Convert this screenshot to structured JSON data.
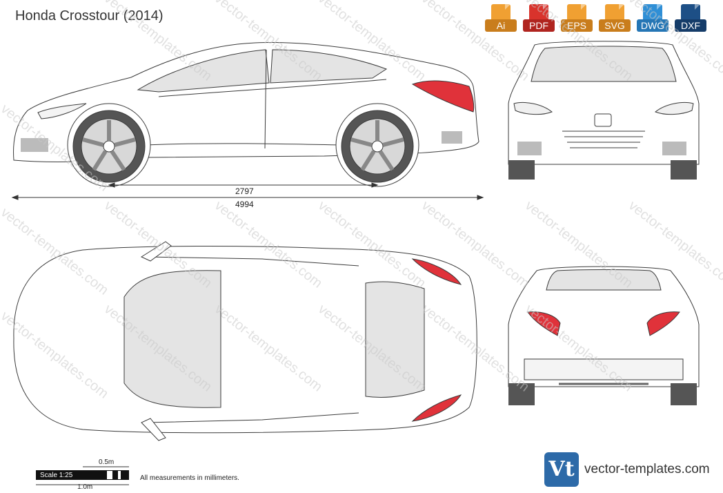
{
  "title": "Honda Crosstour (2014)",
  "formats": [
    {
      "label": "Ai",
      "color": "#f0a032",
      "icon": "ai-file-icon"
    },
    {
      "label": "PDF",
      "color": "#d9332c",
      "icon": "pdf-file-icon"
    },
    {
      "label": "EPS",
      "color": "#f0a032",
      "icon": "eps-file-icon"
    },
    {
      "label": "SVG",
      "color": "#f0a032",
      "icon": "svg-file-icon"
    },
    {
      "label": "DWG",
      "color": "#2f8fd6",
      "icon": "dwg-file-icon"
    },
    {
      "label": "DXF",
      "color": "#1d4f86",
      "icon": "dxf-file-icon"
    }
  ],
  "dimensions": {
    "wheelbase": "2797",
    "length": "4994"
  },
  "scale": {
    "label": "Scale 1:25",
    "half_meter": "0.5m",
    "one_meter": "1.0m"
  },
  "note": "All measurements in millimeters.",
  "brand": {
    "mark": "Vt",
    "text": "vector-templates.com",
    "watermark": "vector-templates.com"
  },
  "colors": {
    "line": "#3a3a3a",
    "glass": "#e4e4e4",
    "taillight": "#e0323a",
    "tire": "#555555",
    "watermark": "#c8c8c8"
  }
}
